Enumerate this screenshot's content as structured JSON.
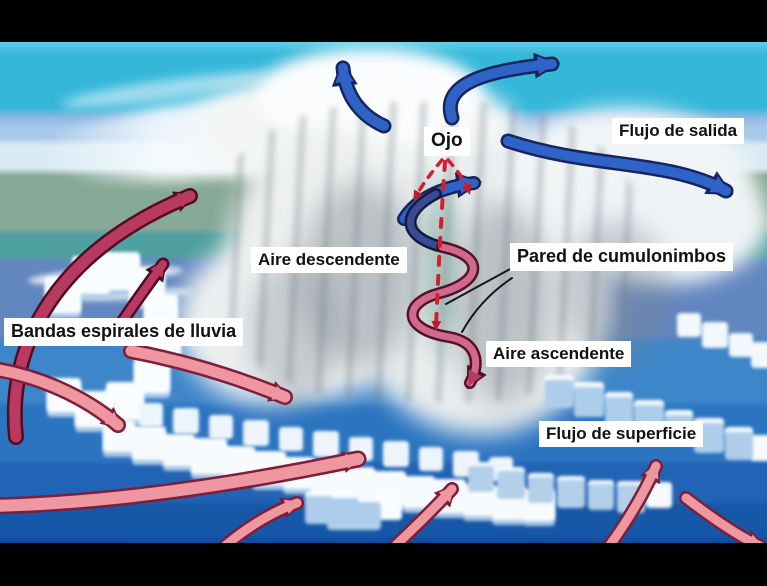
{
  "labels": {
    "ojo": "Ojo",
    "flujo_salida": "Flujo de salida",
    "aire_descendente": "Aire descendente",
    "pared_cumulonimbos": "Pared de cumulonimbos",
    "bandas_espirales": "Bandas espirales de lluvia",
    "aire_ascendente": "Aire ascendente",
    "flujo_superficie": "Flujo de superficie"
  },
  "colors": {
    "letterbox": "#000000",
    "sky_cyan": "#35b7da",
    "sky_light_blue": "#a9c9e9",
    "sky_pale": "#d9eaf4",
    "sea_green": "#86a896",
    "sea_teal": "#4fa0a0",
    "ocean_mid": "#3e86ca",
    "ocean_deep": "#1757a8",
    "arrow_blue": "#2f63c8",
    "arrow_salmon": "#ee97a1",
    "arrow_crimson": "#b93a60",
    "eye_dashes_red": "#d21f2e",
    "label_bg": "#ffffff",
    "label_text": "#111111"
  }
}
